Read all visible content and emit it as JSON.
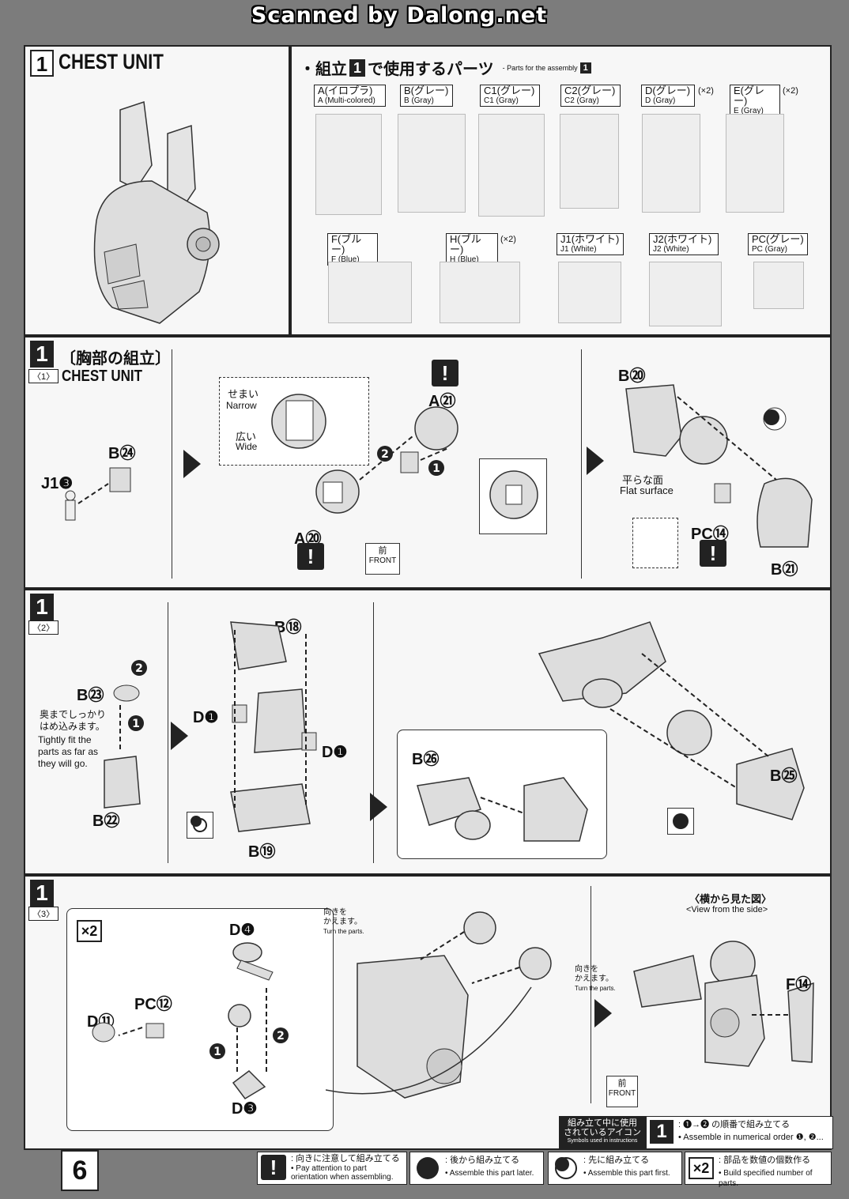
{
  "banner": "Scanned by Dalong.net",
  "chest_unit_panel": {
    "number": "1",
    "title": "CHEST UNIT"
  },
  "parts_header": {
    "bullet": "・組立",
    "num": "1",
    "jp_rest": "で使用するパーツ",
    "en": "- Parts for the assembly",
    "en_num": "1"
  },
  "parts": [
    {
      "jp": "A(イロプラ)",
      "en": "A (Multi-colored)",
      "qty": ""
    },
    {
      "jp": "B(グレー)",
      "en": "B (Gray)",
      "qty": ""
    },
    {
      "jp": "C1(グレー)",
      "en": "C1 (Gray)",
      "qty": ""
    },
    {
      "jp": "C2(グレー)",
      "en": "C2 (Gray)",
      "qty": ""
    },
    {
      "jp": "D(グレー)",
      "en": "D (Gray)",
      "qty": "(×2)"
    },
    {
      "jp": "E(グレー)",
      "en": "E (Gray)",
      "qty": "(×2)"
    },
    {
      "jp": "F(ブルー)",
      "en": "F (Blue)",
      "qty": ""
    },
    {
      "jp": "H(ブルー)",
      "en": "H (Blue)",
      "qty": "(×2)"
    },
    {
      "jp": "J1(ホワイト)",
      "en": "J1 (White)",
      "qty": ""
    },
    {
      "jp": "J2(ホワイト)",
      "en": "J2 (White)",
      "qty": ""
    },
    {
      "jp": "PC(グレー)",
      "en": "PC (Gray)",
      "qty": ""
    }
  ],
  "step1": {
    "num": "1",
    "sub": "〈1〉",
    "title_jp": "〔胸部の組立〕",
    "title_en": "CHEST UNIT",
    "labels": {
      "b24": "B㉔",
      "j1": "J1❸",
      "a20": "A⑳",
      "a21": "A㉑",
      "narrow_jp": "せまい",
      "narrow_en": "Narrow",
      "wide_jp": "広い",
      "wide_en": "Wide",
      "front_jp": "前",
      "front_en": "FRONT",
      "b20": "B⑳",
      "flat_jp": "平らな面",
      "flat_en": "Flat surface",
      "pc14": "PC⑭",
      "b21": "B㉑",
      "n1": "1",
      "n2": "2"
    }
  },
  "step2": {
    "num": "1",
    "sub": "〈2〉",
    "labels": {
      "b18": "B⑱",
      "b23": "B㉓",
      "d1a": "D❶",
      "d1b": "D❶",
      "b22": "B㉒",
      "b19": "B⑲",
      "b26": "B㉖",
      "b25": "B㉕",
      "note_jp1": "奥までしっかり",
      "note_jp2": "はめ込みます。",
      "note_en": "Tightly fit the parts as far as they will go.",
      "n1": "1",
      "n2": "2"
    }
  },
  "step3": {
    "num": "1",
    "sub": "〈3〉",
    "labels": {
      "x2": "×2",
      "d4": "D❹",
      "pc12": "PC⑫",
      "d11": "D⑪",
      "d3": "D❸",
      "turn_jp1": "向きを",
      "turn_jp2": "かえます。",
      "turn_en": "Turn the parts.",
      "side_jp": "〈横から見た図〉",
      "side_en": "<View from the side>",
      "f14": "F⑭",
      "front_jp": "前",
      "front_en": "FRONT",
      "n1": "1",
      "n2": "2"
    }
  },
  "legend": {
    "title_jp1": "組み立て中に使用",
    "title_jp2": "されているアイコン",
    "title_en": "Symbols used in instructions",
    "order_jp": ": ❶→❷ の順番で組み立てる",
    "order_en": "• Assemble in numerical order ❶, ❷...",
    "warn_jp": ": 向きに注意して組み立てる",
    "warn_en": "• Pay attention to part orientation when assembling.",
    "later_jp": ": 後から組み立てる",
    "later_en": "• Assemble this part later.",
    "first_jp": ": 先に組み立てる",
    "first_en": "• Assemble this part first.",
    "mult_jp": ": 部品を数値の個数作る",
    "mult_en": "• Build specified number of parts.",
    "x2": "×2"
  },
  "page_number": "6"
}
